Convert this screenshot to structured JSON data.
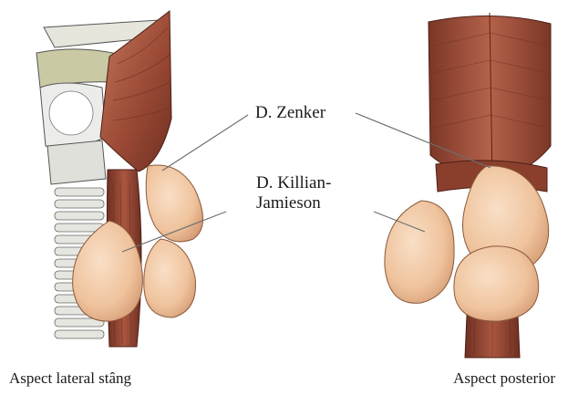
{
  "labels": {
    "zenker": "D. Zenker",
    "killian_line1": "D. Killian-",
    "killian_line2": "Jamieson"
  },
  "captions": {
    "left": "Aspect lateral  stâng",
    "right": "Aspect posterior"
  },
  "colors": {
    "muscle": "#9b4a35",
    "muscle_dark": "#6e2f22",
    "muscle_light": "#c07358",
    "diverticulum": "#f0c8a4",
    "diverticulum_shade": "#d9a27c",
    "cartilage": "#dcdcd6",
    "thyroid": "#c9c9a4",
    "leader_line": "#6e6e6e"
  }
}
